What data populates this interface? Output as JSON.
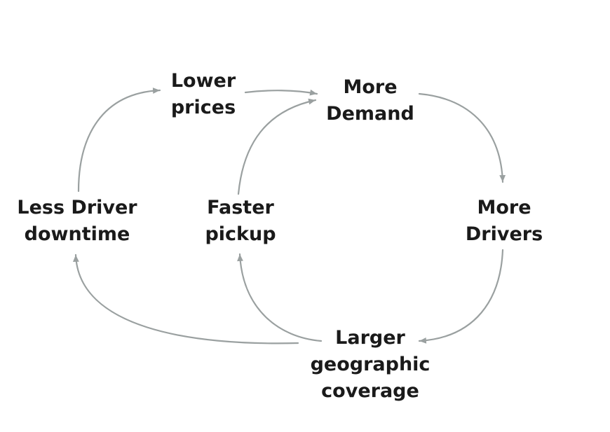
{
  "diagram": {
    "arrow_color": "#9aa0a0",
    "text_color": "#1a1a1a",
    "background_color": "#ffffff",
    "nodes": [
      {
        "id": "lower-prices",
        "label": "Lower\nprices"
      },
      {
        "id": "more-demand",
        "label": "More\nDemand"
      },
      {
        "id": "less-driver-downtime",
        "label": "Less Driver\ndowntime"
      },
      {
        "id": "faster-pickup",
        "label": "Faster\npickup"
      },
      {
        "id": "more-drivers",
        "label": "More\nDrivers"
      },
      {
        "id": "larger-geographic-coverage",
        "label": "Larger\ngeographic\ncoverage"
      }
    ],
    "edges": [
      {
        "from": "less-driver-downtime",
        "to": "lower-prices"
      },
      {
        "from": "lower-prices",
        "to": "more-demand"
      },
      {
        "from": "faster-pickup",
        "to": "more-demand"
      },
      {
        "from": "more-demand",
        "to": "more-drivers"
      },
      {
        "from": "more-drivers",
        "to": "larger-geographic-coverage"
      },
      {
        "from": "larger-geographic-coverage",
        "to": "faster-pickup"
      },
      {
        "from": "larger-geographic-coverage",
        "to": "less-driver-downtime"
      }
    ]
  }
}
